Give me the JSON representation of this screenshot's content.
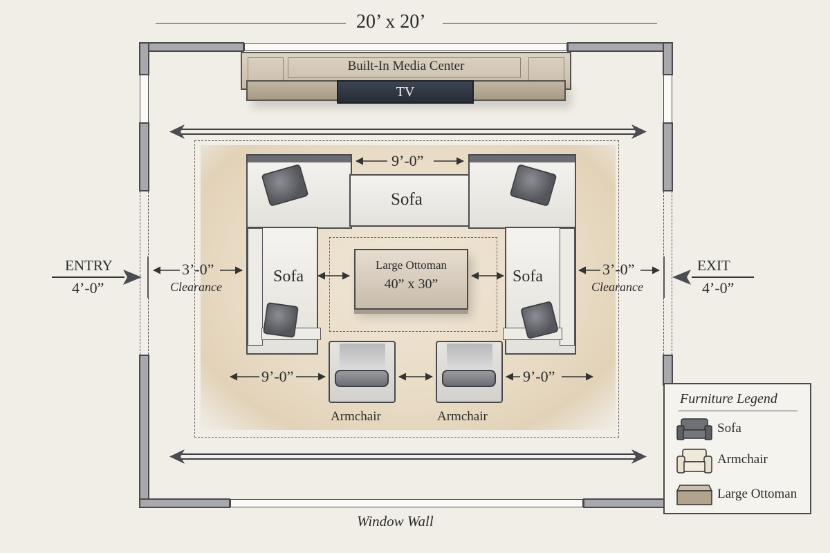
{
  "plan": {
    "room_dimensions": "20’ x 20’",
    "bottom_label": "Window Wall",
    "media_center": {
      "label": "Built-In Media Center",
      "tv_label": "TV"
    }
  },
  "openings": {
    "entry": {
      "label": "ENTRY",
      "width": "4’-0”"
    },
    "exit": {
      "label": "EXIT",
      "width": "4’-0”"
    }
  },
  "clearances": {
    "left": {
      "value": "3’-0”",
      "label": "Clearance"
    },
    "right": {
      "value": "3’-0”",
      "label": "Clearance"
    }
  },
  "dimensions": {
    "sofa_gap_top": "9’-0”",
    "armchair_left": "9’-0”",
    "armchair_right": "9’-0”"
  },
  "furniture": {
    "sofa_top": "Sofa",
    "sofa_left": "Sofa",
    "sofa_right": "Sofa",
    "ottoman": {
      "label": "Large Ottoman",
      "size": "40” x 30”"
    },
    "armchair_left": "Armchair",
    "armchair_right": "Armchair"
  },
  "legend": {
    "title": "Furniture Legend",
    "items": [
      {
        "label": "Sofa",
        "icon": "sofa-icon",
        "color": "#5f6166"
      },
      {
        "label": "Armchair",
        "icon": "armchair-icon",
        "color": "#ece6d6"
      },
      {
        "label": "Large Ottoman",
        "icon": "ottoman-icon",
        "color": "#b7aa95"
      }
    ]
  },
  "colors": {
    "wall": "#a9a9ad",
    "rug": "#e9dcc6",
    "tv": "#2f3540",
    "background": "#f1eee7"
  }
}
